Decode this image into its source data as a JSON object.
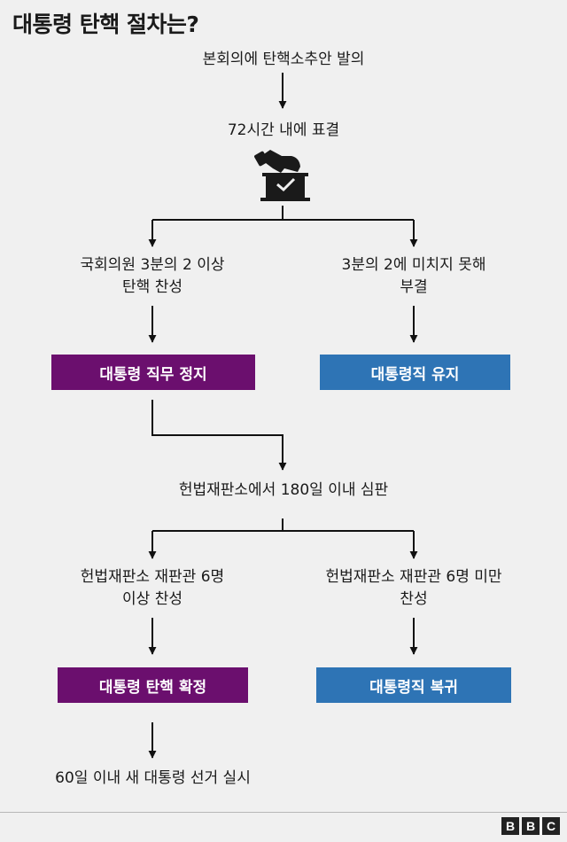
{
  "title": "대통령 탄핵 절차는?",
  "steps": {
    "motion": "본회의에 탄핵소추안 발의",
    "vote": "72시간 내에 표결",
    "pass_line1": "국회의원 3분의 2 이상",
    "pass_line2": "탄핵 찬성",
    "fail_line1": "3분의 2에 미치지 못해",
    "fail_line2": "부결",
    "box_suspend": "대통령 직무 정지",
    "box_keep": "대통령직 유지",
    "court": "헌법재판소에서 180일 이내 심판",
    "uphold_line1": "헌법재판소 재판관 6명",
    "uphold_line2": "이상 찬성",
    "reject_line1": "헌법재판소 재판관 6명 미만",
    "reject_line2": "찬성",
    "box_confirm": "대통령 탄핵 확정",
    "box_return": "대통령직 복귀",
    "election": "60일 이내 새 대통령 선거 실시"
  },
  "colors": {
    "purple": "#6b0f6e",
    "blue": "#2e74b5",
    "background": "#f0f0f0"
  },
  "icons": [
    "ballot-box-icon"
  ],
  "logo": [
    "B",
    "B",
    "C"
  ]
}
